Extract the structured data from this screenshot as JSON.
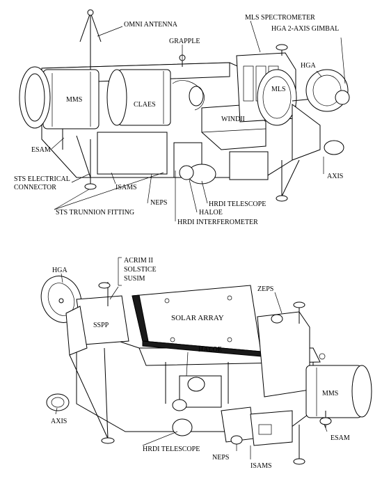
{
  "upper_view": {
    "omni_antenna": "OMNI ANTENNA",
    "grapple": "GRAPPLE",
    "mls_spectrometer": "MLS SPECTROMETER",
    "hga_gimbal": "HGA 2-AXIS GIMBAL",
    "hga": "HGA",
    "mms": "MMS",
    "claes": "CLAES",
    "mls": "MLS",
    "windii": "WINDII",
    "esam": "ESAM",
    "sts_connector_1": "STS ELECTRICAL",
    "sts_connector_2": "CONNECTOR",
    "isams": "ISAMS",
    "neps": "NEPS",
    "trunnion": "STS TRUNNION FITTING",
    "haloe": "HALOE",
    "hrdi_telescope": "HRDI TELESCOPE",
    "hrdi_interferometer": "HRDI INTERFEROMETER",
    "axis": "AXIS"
  },
  "lower_view": {
    "hga": "HGA",
    "acrim": "ACRIM II",
    "solstice": "SOLSTICE",
    "susim": "SUSIM",
    "sspp": "SSPP",
    "solar_array": "SOLAR ARRAY",
    "zeps": "ZEPS",
    "haloe": "HALOE",
    "mms": "MMS",
    "axis": "AXIS",
    "hrdi_telescope": "HRDI TELESCOPE",
    "esam": "ESAM",
    "neps": "NEPS",
    "isams": "ISAMS"
  }
}
